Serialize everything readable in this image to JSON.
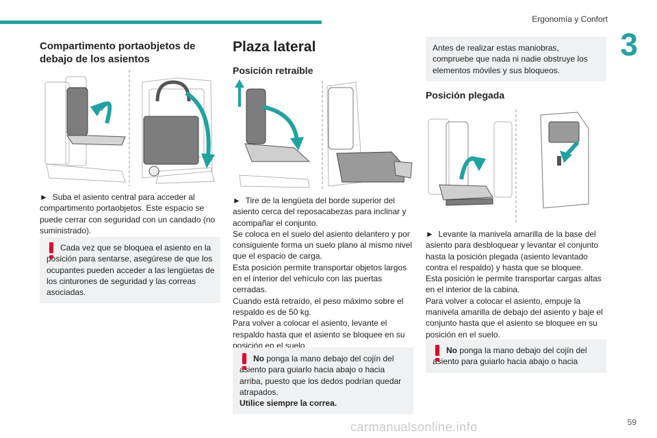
{
  "header": {
    "title": "Ergonomía y Confort",
    "chapter": "3",
    "page_number": "59"
  },
  "watermark": "carmanualsonline.info",
  "col1": {
    "heading": "Compartimento portaobjetos de debajo de los asientos",
    "bullet": "►",
    "paragraph": "Suba el asiento central para acceder al compartimento portaobjetos. Este espacio se puede cerrar con seguridad con un candado (no suministrado).",
    "warning": "Cada vez que se bloquea el asiento en la posición para sentarse, asegúrese de que los ocupantes pueden acceder a las lengüetas de los cinturones de seguridad y las correas asociadas."
  },
  "col2": {
    "title": "Plaza lateral",
    "subheading": "Posición retraíble",
    "bullet": "►",
    "lines": [
      "Tire de la lengüeta del borde superior del asiento cerca del reposacabezas para inclinar y acompañar el conjunto.",
      "Se coloca en el suelo del asiento delantero y por consiguiente forma un suelo plano al mismo nivel que el espacio de carga.",
      "Esta posición permite transportar objetos largos en el interior del vehículo con las puertas cerradas.",
      "Cuando está retraído, el peso máximo sobre el respaldo es de 50 kg.",
      "Para volver a colocar el asiento, levante el respaldo hasta que el asiento se bloquee en su posición en el suelo."
    ],
    "warning_bold": "No",
    "warning_text": "ponga la mano debajo del cojín del asiento para guiarlo hacia abajo o hacia arriba, puesto que los dedos podrían quedar atrapados.",
    "warning_strong": "Utilice siempre la correa."
  },
  "col3": {
    "note": "Antes de realizar estas maniobras, compruebe que nada ni nadie obstruye los elementos móviles y sus bloqueos.",
    "subheading": "Posición plegada",
    "bullet": "►",
    "lines": [
      "Levante la manivela amarilla de la base del asiento para desbloquear y levantar el conjunto hasta la posición plegada (asiento levantado contra el respaldo) y hasta que se bloquee.",
      "Esta posición le permite transportar cargas altas en el interior de la cabina.",
      "Para volver a colocar el asiento, empuje la manivela amarilla de debajo del asiento y baje el conjunto hasta que el asiento se bloquee en su posición en el suelo."
    ],
    "warning_bold": "No",
    "warning_text": "ponga la mano debajo del cojín del asiento para guiarlo hacia abajo o hacia"
  },
  "colors": {
    "accent": "#1fa3a0",
    "warning": "#e4002b",
    "box": "#f0f1f2"
  }
}
